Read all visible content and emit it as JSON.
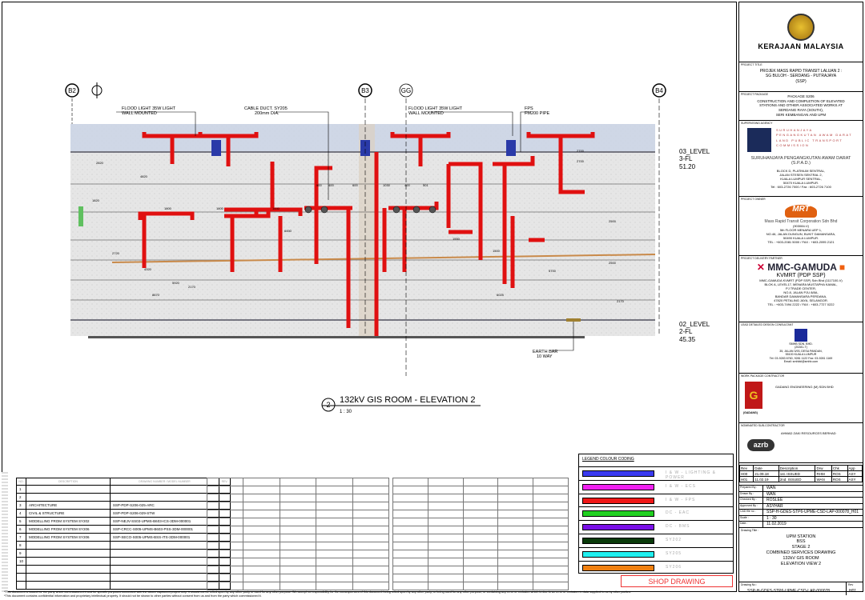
{
  "drawing": {
    "title": "132kV GIS ROOM - ELEVATION 2",
    "view_number": "2",
    "scale": "1 : 30",
    "grids": [
      "B2",
      "B3",
      "GG",
      "B4"
    ],
    "levels": [
      {
        "name": "03_LEVEL",
        "fl": "3-FL",
        "elev": "51.20"
      },
      {
        "name": "02_LEVEL",
        "fl": "2-FL",
        "elev": "45.35"
      }
    ],
    "notes": {
      "flood1a": "FLOOD LIGHT 35W LIGHT",
      "flood1b": "WALL MOUNTED",
      "ducta": "CABLE DUCT. SY205",
      "ductb": "200mm DIA.",
      "flood2a": "FLOOD LIGHT 35W LIGHT",
      "flood2b": "WALL MOUNTED",
      "fpsa": "FPS",
      "fpsb": "FM200 PIPE",
      "eartha": "EARTH BAR",
      "earthb": "10 WAY"
    },
    "dims": [
      "2820",
      "4820",
      "1820",
      "1800",
      "1800",
      "1440",
      "500",
      "400",
      "600",
      "1030",
      "400",
      "501",
      "2700",
      "2700",
      "2500",
      "2500",
      "2720",
      "4320",
      "5920",
      "8670",
      "2170",
      "6450",
      "5700",
      "6025",
      "2170",
      "1550",
      "1500"
    ]
  },
  "refs": {
    "headers": [
      "NO.",
      "DESCRIPTION",
      "DRAWING NUMBER / MODEL NUMBER",
      "REV."
    ],
    "rows": [
      {
        "no": "1",
        "desc": "",
        "num": ""
      },
      {
        "no": "2",
        "desc": "",
        "num": ""
      },
      {
        "no": "3",
        "desc": "ARCHITECTURE",
        "num": "SSP-PDP-S206-025-ARC"
      },
      {
        "no": "4",
        "desc": "CIVIL & STRUCTURE",
        "num": "SSP-PDP-S206-029-STW"
      },
      {
        "no": "5",
        "desc": "MODELLING FROM SYSTEM SY202",
        "num": "SSP-NEJV-SS03-UPMS-B603-ICS-3DM-000001"
      },
      {
        "no": "6",
        "desc": "MODELLING FROM SYSTEM SY206",
        "num": "SSP-CRCC-S005-UPMS-B603-PSS-3DM-000001"
      },
      {
        "no": "7",
        "desc": "MODELLING FROM SYSTEM SY206",
        "num": "SSP-SECO-S005-UPMS-BSS-ITS-3DM-000001"
      },
      {
        "no": "8",
        "desc": "",
        "num": ""
      },
      {
        "no": "9",
        "desc": "",
        "num": ""
      },
      {
        "no": "10",
        "desc": "",
        "num": ""
      },
      {
        "no": "",
        "desc": "",
        "num": ""
      },
      {
        "no": "",
        "desc": "",
        "num": ""
      },
      {
        "no": "",
        "desc": "",
        "num": ""
      }
    ]
  },
  "legend": {
    "title": "LEGEND COLOUR CODING",
    "items": [
      {
        "color": "#3a3af0",
        "label": "I & W - LIGHTING & POWER"
      },
      {
        "color": "#f020f0",
        "label": "I & W - ECS"
      },
      {
        "color": "#f01818",
        "label": "I & W - FPS"
      },
      {
        "color": "#20d020",
        "label": "DC - EAC"
      },
      {
        "color": "#7a10e8",
        "label": "DC - BMS"
      },
      {
        "color": "#0a3a0a",
        "label": "SY202"
      },
      {
        "color": "#20f0f0",
        "label": "SY205"
      },
      {
        "color": "#f08010",
        "label": "SY206"
      }
    ]
  },
  "shop_drawing": "SHOP DRAWING",
  "disclaimer": [
    "*This document is issued for the party which commissioned it and for specific purposes connected with the above captioned project only. It should not be relied upon by any other party or used for any other purpose. We accept no responsibility for the consequences of this document being relied upon by any other party, or being used for any other purpose, or containing any error or omission which is due to an error or omission in data supplied to us by other parties.",
    "*This document contains confidential information and proprietary intellectual property. It should not be shown to other parties without consent from us and from the party which commissioned it."
  ],
  "title_block": {
    "gov": "KERAJAAN MALAYSIA",
    "project_title_label": "PROJECT TITLE",
    "project_title": [
      "PROJEK MASS RAPID TRANSIT LALUAN 2 :",
      "SG BULOH - SERDANG - PUTRAJAYA",
      "(SSP)"
    ],
    "package_label": "PROJECT PACKAGE",
    "package": [
      "PACKAGE S206",
      "CONSTRUCTION AND COMPLETION OF ELEVATED",
      "STATIONS AND OTHER ASSOCIATED WORKS AT",
      "SERDANG RAYA (SOUTH),",
      "SERI KEMBANGAN AND UPM"
    ],
    "agency_label": "SUPERVISING AGENCY",
    "agency_logo": [
      "SURUHANJAYA",
      "PENGANGKUTAN AWAM DARAT",
      "LAND PUBLIC TRANSPORT",
      "COMMISSION"
    ],
    "agency": [
      "SURUHANJAYA PENGANGKUTAN AWAM DARAT",
      "(S.P.A.D.)"
    ],
    "agency_addr": [
      "BLOCK D, PLATINUM SENTRAL,",
      "JALAN STESEN SENTRAL 2,",
      "KUALA LUMPUR SENTRAL,",
      "50470 KUALA LUMPUR.",
      "Tel : 603-2726 7000 / Fax : 603-2726 7100"
    ],
    "owner_label": "PROJECT OWNER",
    "owner_logo": "MRT",
    "owner": "Mass Rapid Transit Corporation Sdn Bhd",
    "owner_addr": [
      "(903084-V)",
      "5th FLOOR MENARA UEP 1,",
      "NO.46, JALAN DUNGUN, BUKIT DAMANSARA,",
      "50490 KUALA LUMPUR.",
      "TEL : +603-2081 5000 / FAX : +603-2095 2121"
    ],
    "pdp_label": "PROJECT DELIVERY PARTNER",
    "pdp": "MMC-GAMUDA",
    "pdp_sub": "KVMRT (PDP SSP)",
    "pdp_addr": [
      "MMC-GAMUDA KVMRT (PDP SSP) Sdn Bhd (1117100-V)",
      "BLOK A, LEVEL17, MENARA MUSTAPHA KAMAL,",
      "PJ TRADE CENTER,",
      "NO.8, JALAN PJU 8/8A,",
      "BANDAR DAMANSARA PERDANA,",
      "47820 PETALING JAYA, SELANGOR.",
      "TEL : +603-7494 2222 / FAX : +603-7727 0222"
    ],
    "consultant_label": "LEAD DETAILED DESIGN CONSULTANT",
    "consultant": [
      "SMHB SDN. BHD.",
      "(20281-T)",
      "35, JALAN 3/93, DESA PANDAN,",
      "55100 KUALA LUMPUR",
      "Tel: 03-9283 6760, 9281 1122  Fax: 03-9281 1169",
      "Email: smhbkl@smhb.com"
    ],
    "contractor_label": "WORK PACKAGE CONTRACTOR",
    "contractor": "GADANG ENGINEERING (M) SDN BHD",
    "contractor_tag": "(GADANG)",
    "sub_label": "NOMINATED SUB-CONTRACTOR",
    "sub": "AHMAD ZAKI RESOURCES BERHAD",
    "sub_logo": "azrb",
    "rev_headers": [
      "Rev",
      "Date",
      "Description",
      "Drw",
      "Chk",
      "App"
    ],
    "revs": [
      [
        "H00",
        "21.09.18",
        "1st. ISSUED",
        "RHM",
        "ROS",
        "ASY"
      ],
      [
        "H01",
        "11.02.19",
        "2nd. ISSUED",
        "WAN",
        "ROS",
        "ASY"
      ]
    ],
    "fields": [
      [
        "Prepared By :",
        "WAN"
      ],
      [
        "Drawn By :",
        "WAN"
      ],
      [
        "Checked By :",
        "ROSLEE"
      ],
      [
        "Approved By :",
        "ASYHAR"
      ],
      [
        "CAD file no :",
        "SSP-H-GDES-STP6-UPME-CSD-LAP-000078_H01"
      ],
      [
        "Scale :",
        "1 : 30"
      ],
      [
        "Date :",
        "11.02.2019"
      ]
    ],
    "drawing_title_label": "Drawing Title :",
    "drawing_title": [
      "UPM STATION",
      "BSS",
      "STAGE 2",
      "COMBINED SERVICES DRAWING",
      "132kV GIS ROOM",
      "ELEVATION VIEW 2"
    ],
    "drawing_no_label": "Drawing No :",
    "drawing_no": "SSP-H-GDES-STP6-UPME-CSD-LAP-000078",
    "rev_label": "Rev",
    "rev": "H01"
  }
}
